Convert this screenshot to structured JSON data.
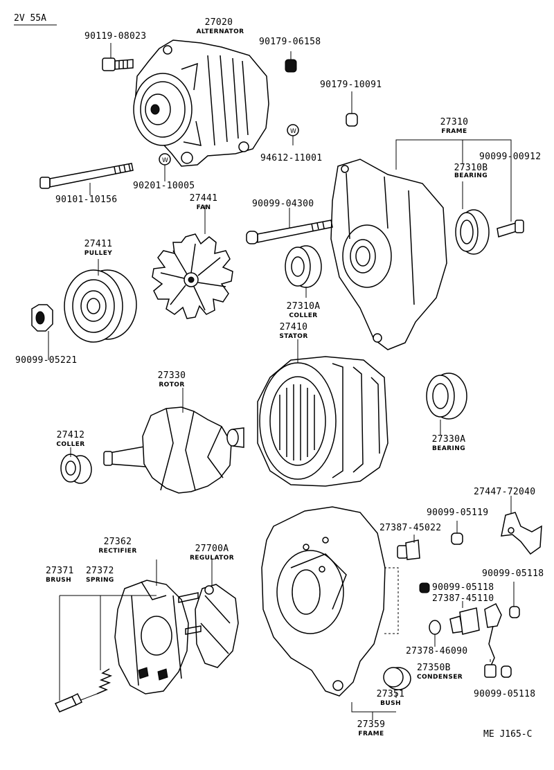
{
  "header": {
    "model": "2V 55A",
    "code": "ME J165-C"
  },
  "parts": {
    "alternator": {
      "pn": "27020",
      "name": "ALTERNATOR"
    },
    "bolt_08023": {
      "pn": "90119-08023"
    },
    "nut_06158": {
      "pn": "90179-06158"
    },
    "nut_10091": {
      "pn": "90179-10091"
    },
    "washer_11001": {
      "pn": "94612-11001"
    },
    "washer_10005": {
      "pn": "90201-10005"
    },
    "bolt_10156": {
      "pn": "90101-10156"
    },
    "frame_27310": {
      "pn": "27310",
      "name": "FRAME"
    },
    "bearing_27310b": {
      "pn": "27310B",
      "name": "BEARING"
    },
    "screw_00912": {
      "pn": "90099-00912"
    },
    "fan": {
      "pn": "27441",
      "name": "FAN"
    },
    "bolt_04300": {
      "pn": "90099-04300"
    },
    "pulley": {
      "pn": "27411",
      "name": "PULLEY"
    },
    "nut_05221": {
      "pn": "90099-05221"
    },
    "coller_27310a": {
      "pn": "27310A",
      "name": "COLLER"
    },
    "stator": {
      "pn": "27410",
      "name": "STATOR"
    },
    "rotor": {
      "pn": "27330",
      "name": "ROTOR"
    },
    "coller_27412": {
      "pn": "27412",
      "name": "COLLER"
    },
    "bearing_27330a": {
      "pn": "27330A",
      "name": "BEARING"
    },
    "plate_72040": {
      "pn": "27447-72040"
    },
    "nut_05119": {
      "pn": "90099-05119"
    },
    "insulator_45022": {
      "pn": "27387-45022"
    },
    "rectifier": {
      "pn": "27362",
      "name": "RECTIFIER"
    },
    "regulator": {
      "pn": "27700A",
      "name": "REGULATOR"
    },
    "brush": {
      "pn": "27371",
      "name": "BRUSH"
    },
    "spring": {
      "pn": "27372",
      "name": "SPRING"
    },
    "nut_05118_a": {
      "pn": "90099-05118"
    },
    "nut_05118_b": {
      "pn": "90099-05118"
    },
    "insulator_45110": {
      "pn": "27387-45110"
    },
    "washer_46090": {
      "pn": "27378-46090"
    },
    "condenser": {
      "pn": "27350B",
      "name": "CONDENSER"
    },
    "nut_05118_c": {
      "pn": "90099-05118"
    },
    "bush": {
      "pn": "27351",
      "name": "BUSH"
    },
    "frame_27359": {
      "pn": "27359",
      "name": "FRAME"
    }
  }
}
